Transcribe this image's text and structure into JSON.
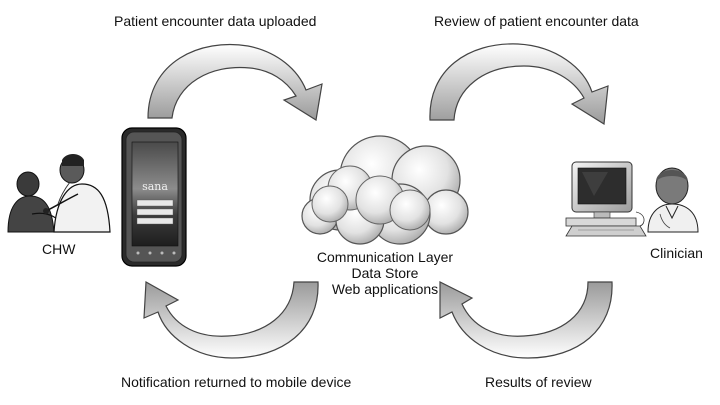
{
  "labels": {
    "top_left": "Patient encounter data uploaded",
    "top_right": "Review of patient encounter data",
    "bottom_left": "Notification returned to mobile device",
    "bottom_right": "Results of review",
    "chw": "CHW",
    "clinician": "Clinician"
  },
  "cloud": {
    "lines": [
      "Communication Layer",
      "Data Store",
      "Web applications"
    ]
  },
  "phone": {
    "app_name": "sana"
  },
  "icons": {
    "arrows": "curved-arrow-icon",
    "chw": "health-worker-icon",
    "clinician": "doctor-icon",
    "computer": "desktop-computer-icon",
    "cloud": "cloud-icon",
    "phone": "smartphone-icon"
  }
}
